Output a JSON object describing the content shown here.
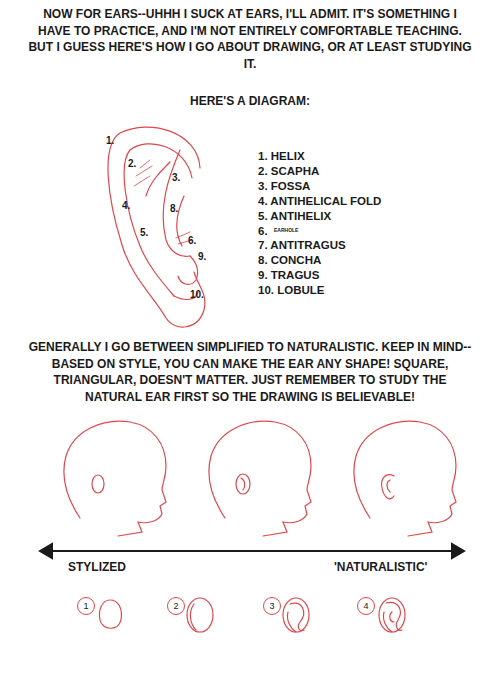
{
  "diagram": {
    "nodes": [
      {
        "text": [
          "1"
        ]
      },
      {
        "text": [
          "2"
        ]
      },
      {
        "text": [
          "3"
        ]
      },
      {
        "text": [
          "4"
        ]
      }
    ],
    "labels": [
      "NOW FOR EARS--UHHH I SUCK AT EARS, I'LL ADMIT. IT'S SOMETHING I HAVE TO PRACTICE, AND I'M NOT ENTIRELY COMFORTABLE TEACHING. BUT I GUESS HERE'S HOW I GO ABOUT DRAWING, OR AT LEAST STUDYING IT.",
      "HERE'S A DIAGRAM:",
      "1.",
      "2.",
      "3.",
      "4.",
      "8.",
      "5.",
      "6.",
      "9.",
      "10.",
      "1. HELIX",
      "2. SCAPHA",
      "3. FOSSA",
      "4. ANTIHELICAL FOLD",
      "5. ANTIHELIX",
      "6.",
      "EARHOLE",
      "7. ANTITRAGUS",
      "8. CONCHA",
      "9. TRAGUS",
      "10. LOBULE",
      "GENERALLY I GO BETWEEN SIMPLIFIED TO NATURALISTIC. KEEP IN MIND--BASED ON STYLE, YOU CAN MAKE THE EAR ANY SHAPE! SQUARE, TRIANGULAR, DOESN'T MATTER. JUST REMEMBER TO STUDY THE NATURAL EAR FIRST SO THE DRAWING IS BELIEVABLE!",
      "STYLIZED",
      "'NATURALISTIC'"
    ]
  }
}
